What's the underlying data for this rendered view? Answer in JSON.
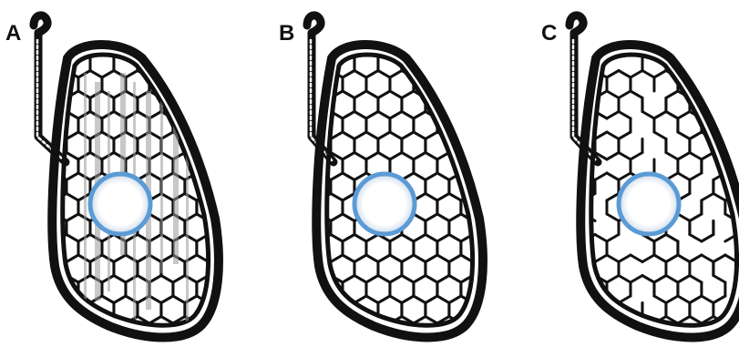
{
  "panels": [
    {
      "id": "A",
      "label": "A",
      "pattern": "hexagons-with-vertical-streaks"
    },
    {
      "id": "B",
      "label": "B",
      "pattern": "regular-hexagons"
    },
    {
      "id": "C",
      "label": "C",
      "pattern": "broken-hexagons"
    }
  ],
  "colors": {
    "line": "#111111",
    "background": "#ffffff",
    "ring": "#5b9bd5",
    "ring_inner_shadow": "#c8d6e6",
    "streak": "#9a9a9a"
  }
}
